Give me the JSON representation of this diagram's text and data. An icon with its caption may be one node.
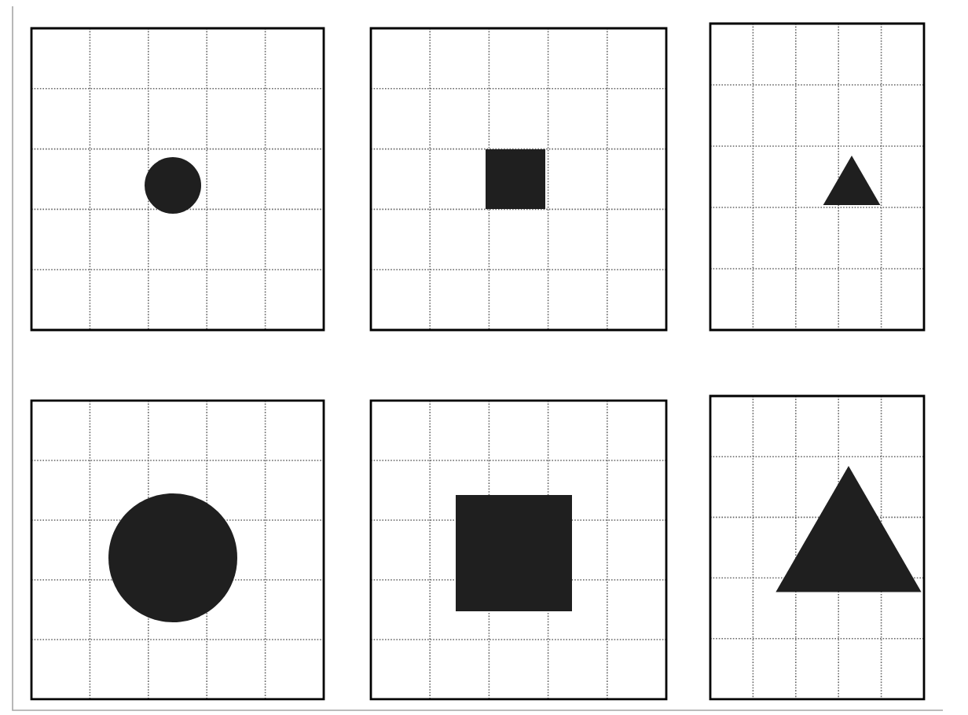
{
  "diagram": {
    "nodes": [
      {
        "text": [],
        "shape": "box"
      },
      {
        "text": [],
        "shape": "box"
      },
      {
        "text": [],
        "shape": "box"
      },
      {
        "text": [],
        "shape": "box"
      },
      {
        "text": [],
        "shape": "box"
      },
      {
        "text": [],
        "shape": "box"
      },
      {
        "text": [],
        "shape": "circle",
        "in": 0
      },
      {
        "text": [],
        "shape": "box",
        "in": 1
      },
      {
        "text": [],
        "shape": "triangle",
        "in": 2
      },
      {
        "text": [],
        "shape": "circle",
        "in": 3
      },
      {
        "text": [],
        "shape": "box",
        "in": 4
      },
      {
        "text": [],
        "shape": "triangle",
        "in": 5
      }
    ]
  }
}
